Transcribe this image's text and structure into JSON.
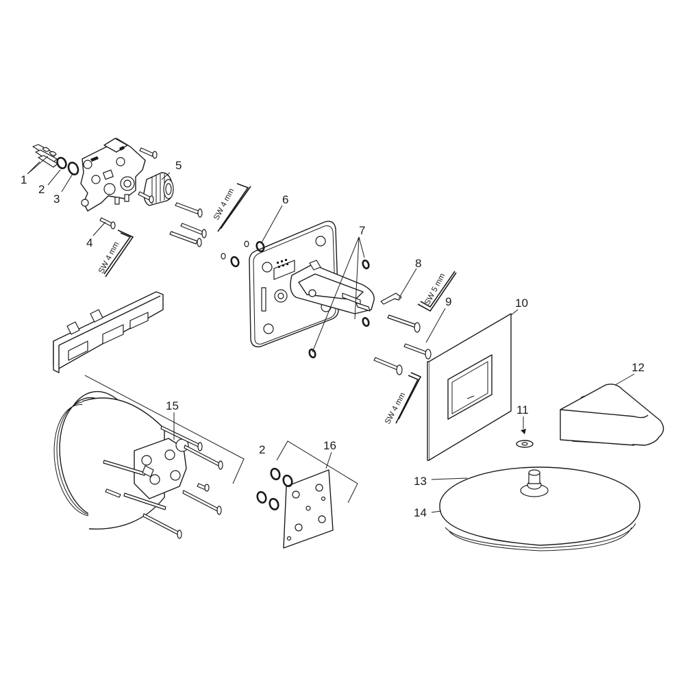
{
  "diagram": {
    "parts": [
      {
        "num": "1"
      },
      {
        "num": "2"
      },
      {
        "num": "3"
      },
      {
        "num": "4"
      },
      {
        "num": "5"
      },
      {
        "num": "6"
      },
      {
        "num": "7"
      },
      {
        "num": "8"
      },
      {
        "num": "9"
      },
      {
        "num": "10"
      },
      {
        "num": "11"
      },
      {
        "num": "12"
      },
      {
        "num": "13"
      },
      {
        "num": "14"
      },
      {
        "num": "15"
      },
      {
        "num": "16"
      },
      {
        "num": "2"
      }
    ],
    "wrench_labels": [
      "SW 4 mm",
      "SW 4 mm",
      "SW 5 mm",
      "SW 4 mm"
    ],
    "line_color": "#1a1a1a",
    "background_color": "#ffffff"
  }
}
